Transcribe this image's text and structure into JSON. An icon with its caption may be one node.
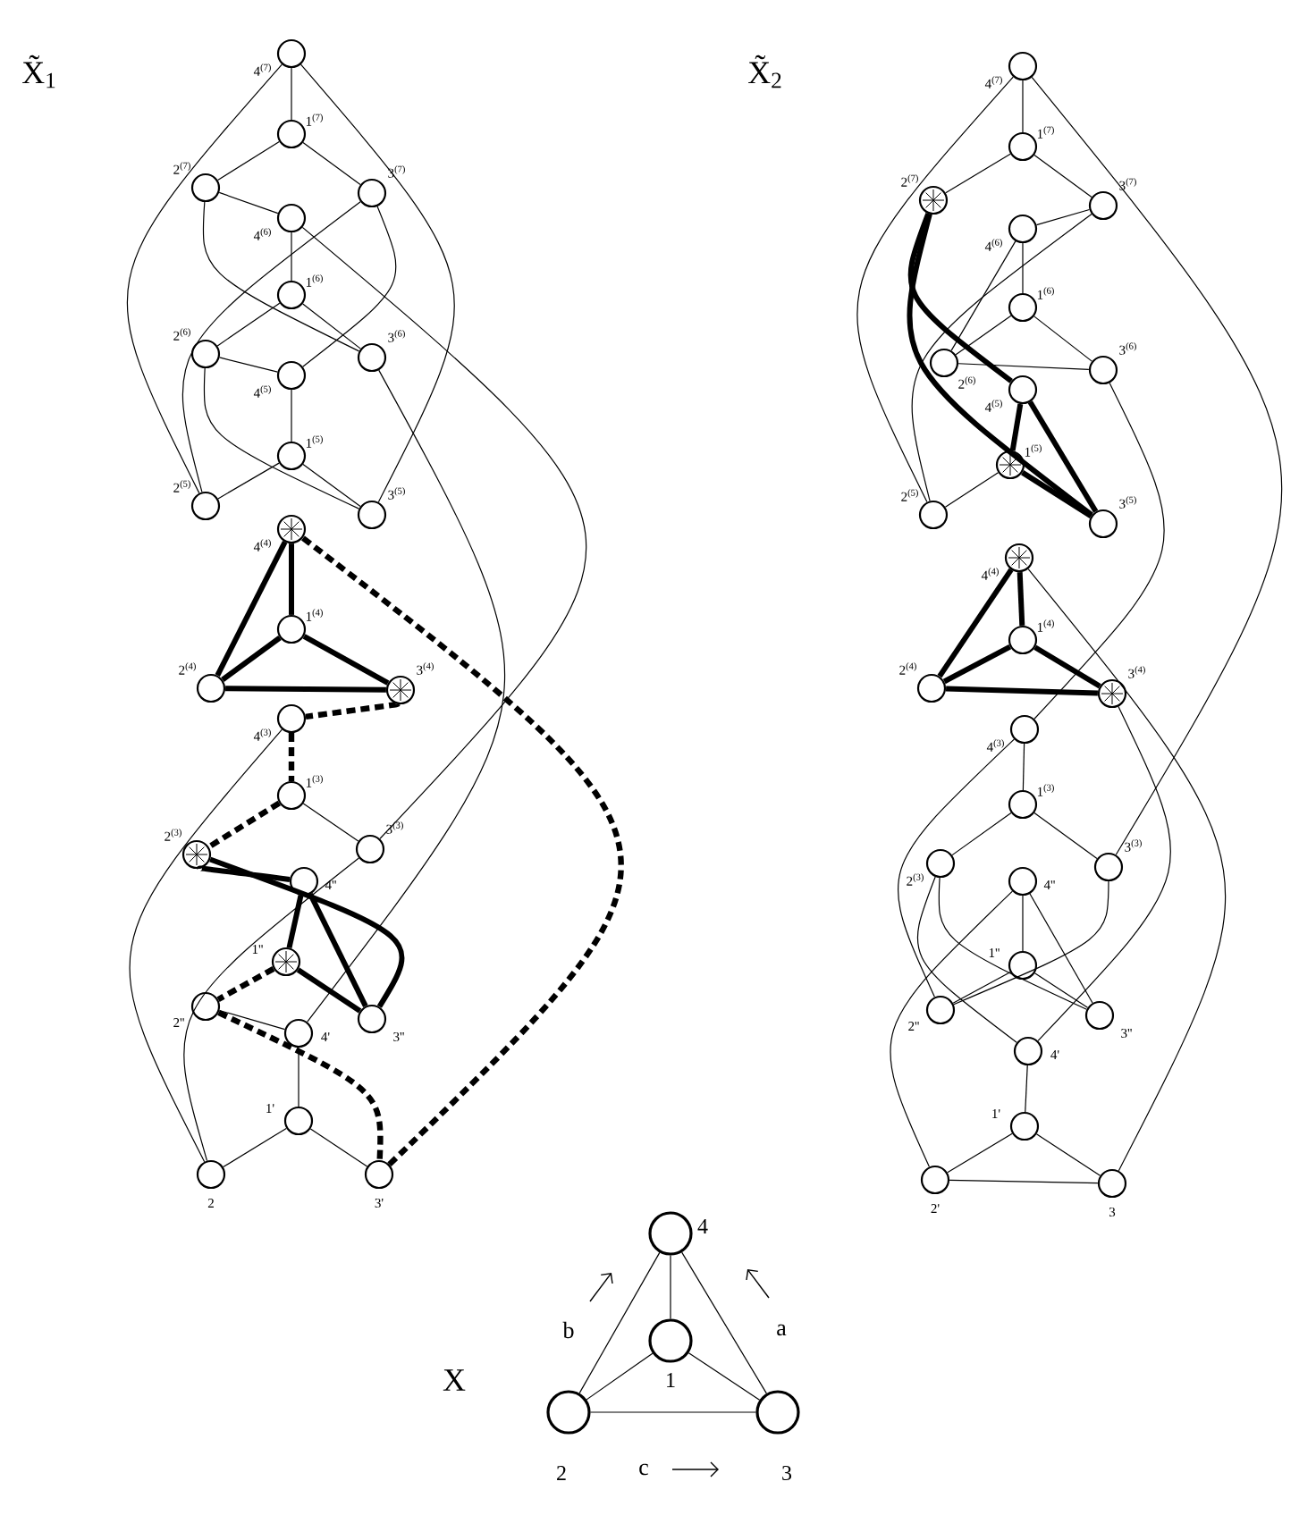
{
  "diagram": {
    "nodes": [
      {
        "text": [],
        "shape": "circle",
        "beside": [
          "4$^{(7)}$"
        ]
      },
      {
        "text": [],
        "shape": "circle",
        "beside": [
          "1$^{(7)}$"
        ]
      },
      {
        "text": [],
        "shape": "circle",
        "beside": [
          "2$^{(7)}$"
        ]
      },
      {
        "text": [],
        "shape": "circle",
        "beside": [
          "3$^{(7)}$"
        ]
      },
      {
        "text": [],
        "shape": "circle",
        "beside": [
          "4$^{(6)}$"
        ]
      },
      {
        "text": [],
        "shape": "circle",
        "beside": [
          "1$^{(6)}$"
        ]
      },
      {
        "text": [],
        "shape": "circle",
        "beside": [
          "2$^{(6)}$"
        ]
      },
      {
        "text": [],
        "shape": "circle",
        "beside": [
          "3$^{(6)}$"
        ]
      },
      {
        "text": [],
        "shape": "circle",
        "beside": [
          "4$^{(5)}$"
        ]
      },
      {
        "text": [],
        "shape": "circle",
        "beside": [
          "1$^{(5)}$"
        ]
      },
      {
        "text": [],
        "shape": "circle",
        "beside": [
          "2$^{(5)}$"
        ]
      },
      {
        "text": [],
        "shape": "circle",
        "beside": [
          "3$^{(5)}$"
        ]
      },
      {
        "text": [],
        "shape": "asterisk",
        "beside": [
          "4$^{(4)}$"
        ]
      },
      {
        "text": [],
        "shape": "circle",
        "beside": [
          "1$^{(4)}$"
        ]
      },
      {
        "text": [],
        "shape": "circle",
        "beside": [
          "2$^{(4)}$"
        ]
      },
      {
        "text": [],
        "shape": "asterisk",
        "beside": [
          "3$^{(4)}$"
        ]
      },
      {
        "text": [],
        "shape": "circle",
        "beside": [
          "4$^{(3)}$"
        ]
      },
      {
        "text": [],
        "shape": "circle",
        "beside": [
          "1$^{(3)}$"
        ]
      },
      {
        "text": [],
        "shape": "asterisk",
        "beside": [
          "2$^{(3)}$"
        ]
      },
      {
        "text": [],
        "shape": "circle",
        "beside": [
          "3$^{(3)}$"
        ]
      },
      {
        "text": [],
        "shape": "circle",
        "beside": [
          "4''"
        ]
      },
      {
        "text": [],
        "shape": "asterisk",
        "beside": [
          "1''"
        ]
      },
      {
        "text": [],
        "shape": "circle",
        "beside": [
          "2''"
        ]
      },
      {
        "text": [],
        "shape": "circle",
        "beside": [
          "3''"
        ]
      },
      {
        "text": [],
        "shape": "circle",
        "beside": [
          "4'"
        ]
      },
      {
        "text": [],
        "shape": "circle",
        "beside": [
          "1'"
        ]
      },
      {
        "text": [],
        "shape": "circle",
        "beside": [
          "2"
        ]
      },
      {
        "text": [],
        "shape": "circle",
        "beside": [
          "3'"
        ]
      },
      {
        "text": [],
        "shape": "circle",
        "beside": [
          "4$^{(7)}$"
        ]
      },
      {
        "text": [],
        "shape": "circle",
        "beside": [
          "1$^{(7)}$"
        ]
      },
      {
        "text": [],
        "shape": "asterisk",
        "beside": [
          "2$^{(7)}$"
        ]
      },
      {
        "text": [],
        "shape": "circle",
        "beside": [
          "3$^{(7)}$"
        ]
      },
      {
        "text": [],
        "shape": "circle",
        "beside": [
          "4$^{(6)}$"
        ]
      },
      {
        "text": [],
        "shape": "circle",
        "beside": [
          "1$^{(6)}$"
        ]
      },
      {
        "text": [],
        "shape": "circle",
        "beside": [
          "2$^{(6)}$"
        ]
      },
      {
        "text": [],
        "shape": "circle",
        "beside": [
          "3$^{(6)}$"
        ]
      },
      {
        "text": [],
        "shape": "circle",
        "beside": [
          "4$^{(5)}$"
        ]
      },
      {
        "text": [],
        "shape": "asterisk",
        "beside": [
          "1$^{(5)}$"
        ]
      },
      {
        "text": [],
        "shape": "circle",
        "beside": [
          "2$^{(5)}$"
        ]
      },
      {
        "text": [],
        "shape": "circle",
        "beside": [
          "3$^{(5)}$"
        ]
      },
      {
        "text": [],
        "shape": "asterisk",
        "beside": [
          "4$^{(4)}$"
        ]
      },
      {
        "text": [],
        "shape": "circle",
        "beside": [
          "1$^{(4)}$"
        ]
      },
      {
        "text": [],
        "shape": "circle",
        "beside": [
          "2$^{(4)}$"
        ]
      },
      {
        "text": [],
        "shape": "asterisk",
        "beside": [
          "3$^{(4)}$"
        ]
      },
      {
        "text": [],
        "shape": "circle",
        "beside": [
          "4$^{(3)}$"
        ]
      },
      {
        "text": [],
        "shape": "circle",
        "beside": [
          "1$^{(3)}$"
        ]
      },
      {
        "text": [],
        "shape": "circle",
        "beside": [
          "2$^{(3)}$"
        ]
      },
      {
        "text": [],
        "shape": "circle",
        "beside": [
          "3$^{(3)}$"
        ]
      },
      {
        "text": [],
        "shape": "circle",
        "beside": [
          "4''"
        ]
      },
      {
        "text": [],
        "shape": "circle",
        "beside": [
          "1''"
        ]
      },
      {
        "text": [],
        "shape": "circle",
        "beside": [
          "2''"
        ]
      },
      {
        "text": [],
        "shape": "circle",
        "beside": [
          "3''"
        ]
      },
      {
        "text": [],
        "shape": "circle",
        "beside": [
          "4'"
        ]
      },
      {
        "text": [],
        "shape": "circle",
        "beside": [
          "1'"
        ]
      },
      {
        "text": [],
        "shape": "circle",
        "beside": [
          "2'"
        ]
      },
      {
        "text": [],
        "shape": "circle",
        "beside": [
          "3"
        ]
      },
      {
        "text": [],
        "shape": "circle",
        "beside": [
          "4"
        ]
      },
      {
        "text": [],
        "shape": "circle",
        "beside": [
          "1"
        ]
      },
      {
        "text": [],
        "shape": "circle",
        "beside": [
          "2"
        ]
      },
      {
        "text": [],
        "shape": "circle",
        "beside": [
          "3"
        ]
      }
    ],
    "edges": [
      {
        "from": 0,
        "to": 1,
        "arrow": "none"
      },
      {
        "from": 1,
        "to": 2,
        "arrow": "none"
      },
      {
        "from": 1,
        "to": 3,
        "arrow": "none"
      },
      {
        "from": 4,
        "to": 5,
        "arrow": "none"
      },
      {
        "from": 5,
        "to": 6,
        "arrow": "none"
      },
      {
        "from": 5,
        "to": 7,
        "arrow": "none"
      },
      {
        "from": 8,
        "to": 9,
        "arrow": "none"
      },
      {
        "from": 9,
        "to": 10,
        "arrow": "none"
      },
      {
        "from": 9,
        "to": 11,
        "arrow": "none"
      },
      {
        "from": 12,
        "to": 13,
        "arrow": "none",
        "style": "thick"
      },
      {
        "from": 13,
        "to": 14,
        "arrow": "none",
        "style": "thick"
      },
      {
        "from": 13,
        "to": 15,
        "arrow": "none",
        "style": "thick"
      },
      {
        "from": 16,
        "to": 17,
        "arrow": "none",
        "style": "dashed"
      },
      {
        "from": 17,
        "to": 18,
        "arrow": "none",
        "style": "dashed"
      },
      {
        "from": 17,
        "to": 19,
        "arrow": "none"
      },
      {
        "from": 20,
        "to": 21,
        "arrow": "none",
        "style": "thick"
      },
      {
        "from": 21,
        "to": 22,
        "arrow": "none",
        "style": "dashed"
      },
      {
        "from": 21,
        "to": 23,
        "arrow": "none",
        "style": "thick"
      },
      {
        "from": 24,
        "to": 25,
        "arrow": "none"
      },
      {
        "from": 25,
        "to": 26,
        "arrow": "none"
      },
      {
        "from": 25,
        "to": 27,
        "arrow": "none"
      },
      {
        "from": 2,
        "to": 4,
        "arrow": "none"
      },
      {
        "from": 2,
        "to": 7,
        "arrow": "none"
      },
      {
        "from": 6,
        "to": 8,
        "arrow": "none"
      },
      {
        "from": 6,
        "to": 11,
        "arrow": "none"
      },
      {
        "from": 10,
        "to": 0,
        "arrow": "none"
      },
      {
        "from": 10,
        "to": 3,
        "arrow": "none"
      },
      {
        "from": 14,
        "to": 12,
        "arrow": "none",
        "style": "thick"
      },
      {
        "from": 14,
        "to": 15,
        "arrow": "none",
        "style": "thick"
      },
      {
        "from": 18,
        "to": 20,
        "arrow": "none",
        "style": "thick"
      },
      {
        "from": 18,
        "to": 23,
        "arrow": "none",
        "style": "thick"
      },
      {
        "from": 22,
        "to": 24,
        "arrow": "none"
      },
      {
        "from": 22,
        "to": 27,
        "arrow": "none",
        "style": "dashed"
      },
      {
        "from": 26,
        "to": 16,
        "arrow": "none"
      },
      {
        "from": 26,
        "to": 19,
        "arrow": "none"
      },
      {
        "from": 3,
        "to": 8,
        "arrow": "none"
      },
      {
        "from": 7,
        "to": 24,
        "arrow": "none"
      },
      {
        "from": 11,
        "to": 0,
        "arrow": "none"
      },
      {
        "from": 15,
        "to": 16,
        "arrow": "none",
        "style": "dashed"
      },
      {
        "from": 19,
        "to": 4,
        "arrow": "none"
      },
      {
        "from": 23,
        "to": 20,
        "arrow": "none",
        "style": "thick"
      },
      {
        "from": 27,
        "to": 12,
        "arrow": "none",
        "style": "dashed"
      },
      {
        "from": 28,
        "to": 29,
        "arrow": "none"
      },
      {
        "from": 29,
        "to": 30,
        "arrow": "none"
      },
      {
        "from": 29,
        "to": 31,
        "arrow": "none"
      },
      {
        "from": 32,
        "to": 33,
        "arrow": "none"
      },
      {
        "from": 33,
        "to": 34,
        "arrow": "none"
      },
      {
        "from": 33,
        "to": 35,
        "arrow": "none"
      },
      {
        "from": 36,
        "to": 37,
        "arrow": "none",
        "style": "thick"
      },
      {
        "from": 37,
        "to": 38,
        "arrow": "none"
      },
      {
        "from": 37,
        "to": 39,
        "arrow": "none",
        "style": "thick"
      },
      {
        "from": 40,
        "to": 41,
        "arrow": "none",
        "style": "thick"
      },
      {
        "from": 41,
        "to": 42,
        "arrow": "none",
        "style": "thick"
      },
      {
        "from": 41,
        "to": 43,
        "arrow": "none",
        "style": "thick"
      },
      {
        "from": 44,
        "to": 45,
        "arrow": "none"
      },
      {
        "from": 45,
        "to": 46,
        "arrow": "none"
      },
      {
        "from": 45,
        "to": 47,
        "arrow": "none"
      },
      {
        "from": 48,
        "to": 49,
        "arrow": "none"
      },
      {
        "from": 49,
        "to": 50,
        "arrow": "none"
      },
      {
        "from": 49,
        "to": 51,
        "arrow": "none"
      },
      {
        "from": 52,
        "to": 53,
        "arrow": "none"
      },
      {
        "from": 53,
        "to": 54,
        "arrow": "none"
      },
      {
        "from": 53,
        "to": 55,
        "arrow": "none"
      },
      {
        "from": 30,
        "to": 36,
        "arrow": "none",
        "style": "thick"
      },
      {
        "from": 34,
        "to": 32,
        "arrow": "none"
      },
      {
        "from": 38,
        "to": 28,
        "arrow": "none"
      },
      {
        "from": 42,
        "to": 40,
        "arrow": "none",
        "style": "thick"
      },
      {
        "from": 46,
        "to": 52,
        "arrow": "none"
      },
      {
        "from": 50,
        "to": 44,
        "arrow": "none"
      },
      {
        "from": 54,
        "to": 48,
        "arrow": "none"
      },
      {
        "from": 30,
        "to": 39,
        "arrow": "none",
        "style": "thick"
      },
      {
        "from": 34,
        "to": 35,
        "arrow": "none"
      },
      {
        "from": 38,
        "to": 31,
        "arrow": "none"
      },
      {
        "from": 42,
        "to": 43,
        "arrow": "none",
        "style": "thick"
      },
      {
        "from": 46,
        "to": 51,
        "arrow": "none"
      },
      {
        "from": 50,
        "to": 47,
        "arrow": "none"
      },
      {
        "from": 54,
        "to": 55,
        "arrow": "none"
      },
      {
        "from": 31,
        "to": 32,
        "arrow": "none"
      },
      {
        "from": 35,
        "to": 44,
        "arrow": "none"
      },
      {
        "from": 39,
        "to": 36,
        "arrow": "none",
        "style": "thick"
      },
      {
        "from": 43,
        "to": 52,
        "arrow": "none"
      },
      {
        "from": 47,
        "to": 28,
        "arrow": "none"
      },
      {
        "from": 51,
        "to": 48,
        "arrow": "none"
      },
      {
        "from": 55,
        "to": 40,
        "arrow": "none"
      },
      {
        "from": 56,
        "to": 57,
        "arrow": "none"
      },
      {
        "from": 57,
        "to": 58,
        "arrow": "none"
      },
      {
        "from": 57,
        "to": 59,
        "arrow": "none"
      },
      {
        "from": 58,
        "to": 56,
        "arrow": "none",
        "label": "b"
      },
      {
        "from": 59,
        "to": 56,
        "arrow": "none",
        "label": "a"
      },
      {
        "from": 58,
        "to": 59,
        "arrow": "none",
        "label": "c"
      }
    ],
    "labels": [
      "X̃$_{1}$",
      "X̃$_{2}$",
      "X"
    ]
  }
}
